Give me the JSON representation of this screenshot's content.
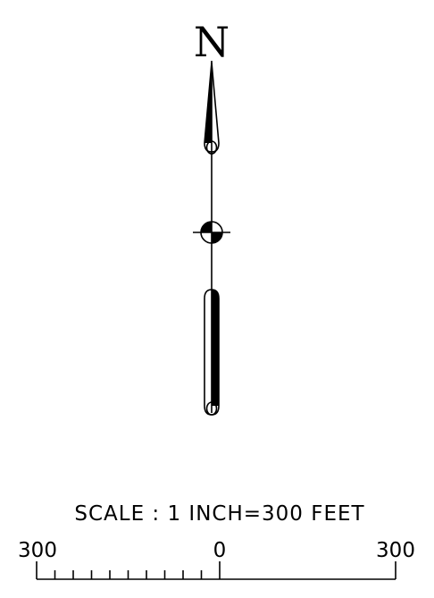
{
  "north_arrow": {
    "label": "N"
  },
  "scale": {
    "title": "SCALE : 1 INCH=300 FEET",
    "labels": [
      "300",
      "0",
      "300"
    ],
    "minor_divisions": 10
  },
  "colors": {
    "ink": "#000000",
    "paper": "#ffffff"
  }
}
